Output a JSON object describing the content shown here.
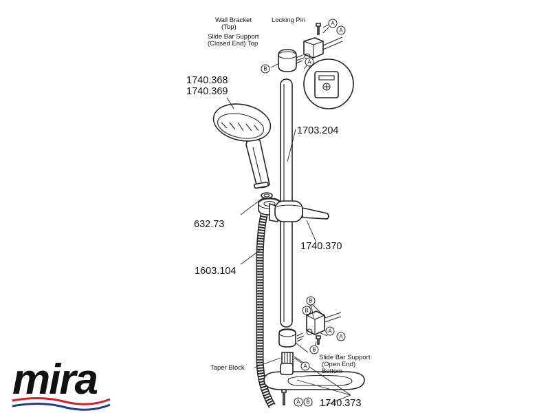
{
  "part_codes": {
    "handset": [
      "1740.368",
      "1740.369"
    ],
    "slide_bar": "1703.204",
    "washer": "632.73",
    "hose": "1603.104",
    "handset_holder": "1740.370",
    "brackets_kit": "1740.373"
  },
  "labels": {
    "wall_bracket": [
      "Wall Bracket",
      "(Top)"
    ],
    "locking_pin": "Locking Pin",
    "support_top": [
      "Slide Bar Support",
      "(Closed End) Top"
    ],
    "support_bottom": [
      "Slide Bar Support",
      "(Open End)",
      "Bottom"
    ],
    "taper_block": "Taper Block"
  },
  "callouts": {
    "a": "A",
    "b": "B"
  },
  "brand": {
    "name": "mira",
    "color": "#111111",
    "wave_red": "#d0202a",
    "wave_blue": "#1c3f94"
  }
}
